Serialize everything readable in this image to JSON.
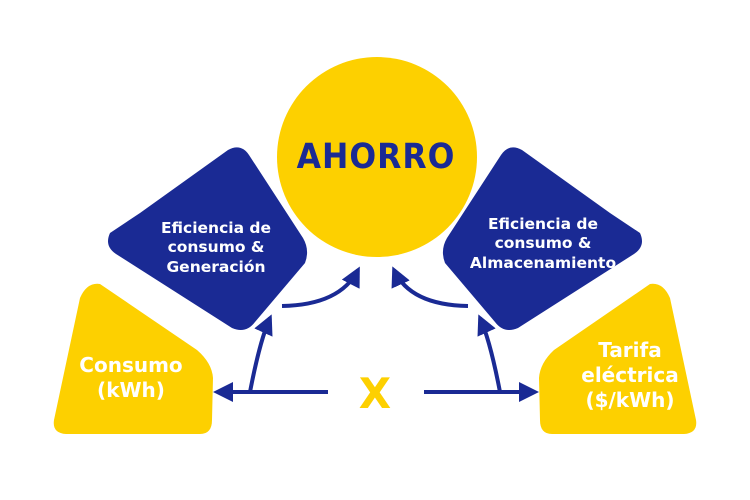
{
  "colors": {
    "yellow": "#fdd000",
    "blue": "#1a2a94",
    "white": "#ffffff"
  },
  "center": {
    "title": "AHORRO"
  },
  "left_blue": {
    "lines": [
      "Eficiencia de",
      "consumo &",
      "Generación"
    ]
  },
  "right_blue": {
    "lines": [
      "Eficiencia de",
      "consumo &",
      "Almacenamiento"
    ]
  },
  "left_yellow": {
    "lines": [
      "Consumo",
      "(kWh)"
    ]
  },
  "right_yellow": {
    "lines": [
      "Tarifa",
      "eléctrica",
      "($/kWh)"
    ]
  },
  "operator": {
    "symbol": "X"
  }
}
